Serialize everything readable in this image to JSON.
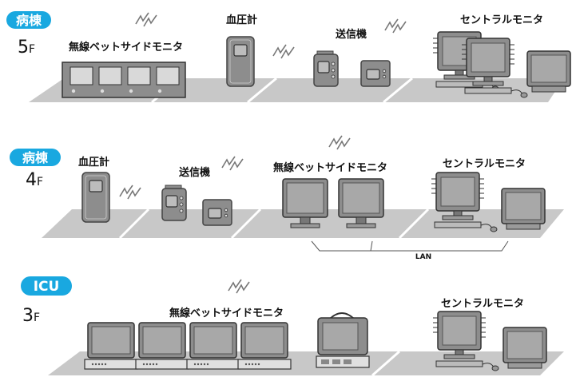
{
  "colors": {
    "accent": "#19a8e0",
    "floor": "#c8c8c8",
    "device": "#8a8a8a",
    "device_dark": "#555555",
    "screen": "#9a9a9a"
  },
  "floors": [
    {
      "ward_label": "病棟",
      "floor_num": "5",
      "floor_unit": "F",
      "labels": {
        "bedside": "無線ベットサイドモニタ",
        "bp": "血圧計",
        "transmitter": "送信機",
        "central": "セントラルモニタ"
      }
    },
    {
      "ward_label": "病棟",
      "floor_num": "4",
      "floor_unit": "F",
      "labels": {
        "bp": "血圧計",
        "transmitter": "送信機",
        "bedside": "無線ベットサイドモニタ",
        "central": "セントラルモニタ",
        "network": "LAN"
      }
    },
    {
      "ward_label": "ICU",
      "floor_num": "3",
      "floor_unit": "F",
      "labels": {
        "bedside": "無線ベットサイドモニタ",
        "central": "セントラルモニタ"
      }
    }
  ]
}
